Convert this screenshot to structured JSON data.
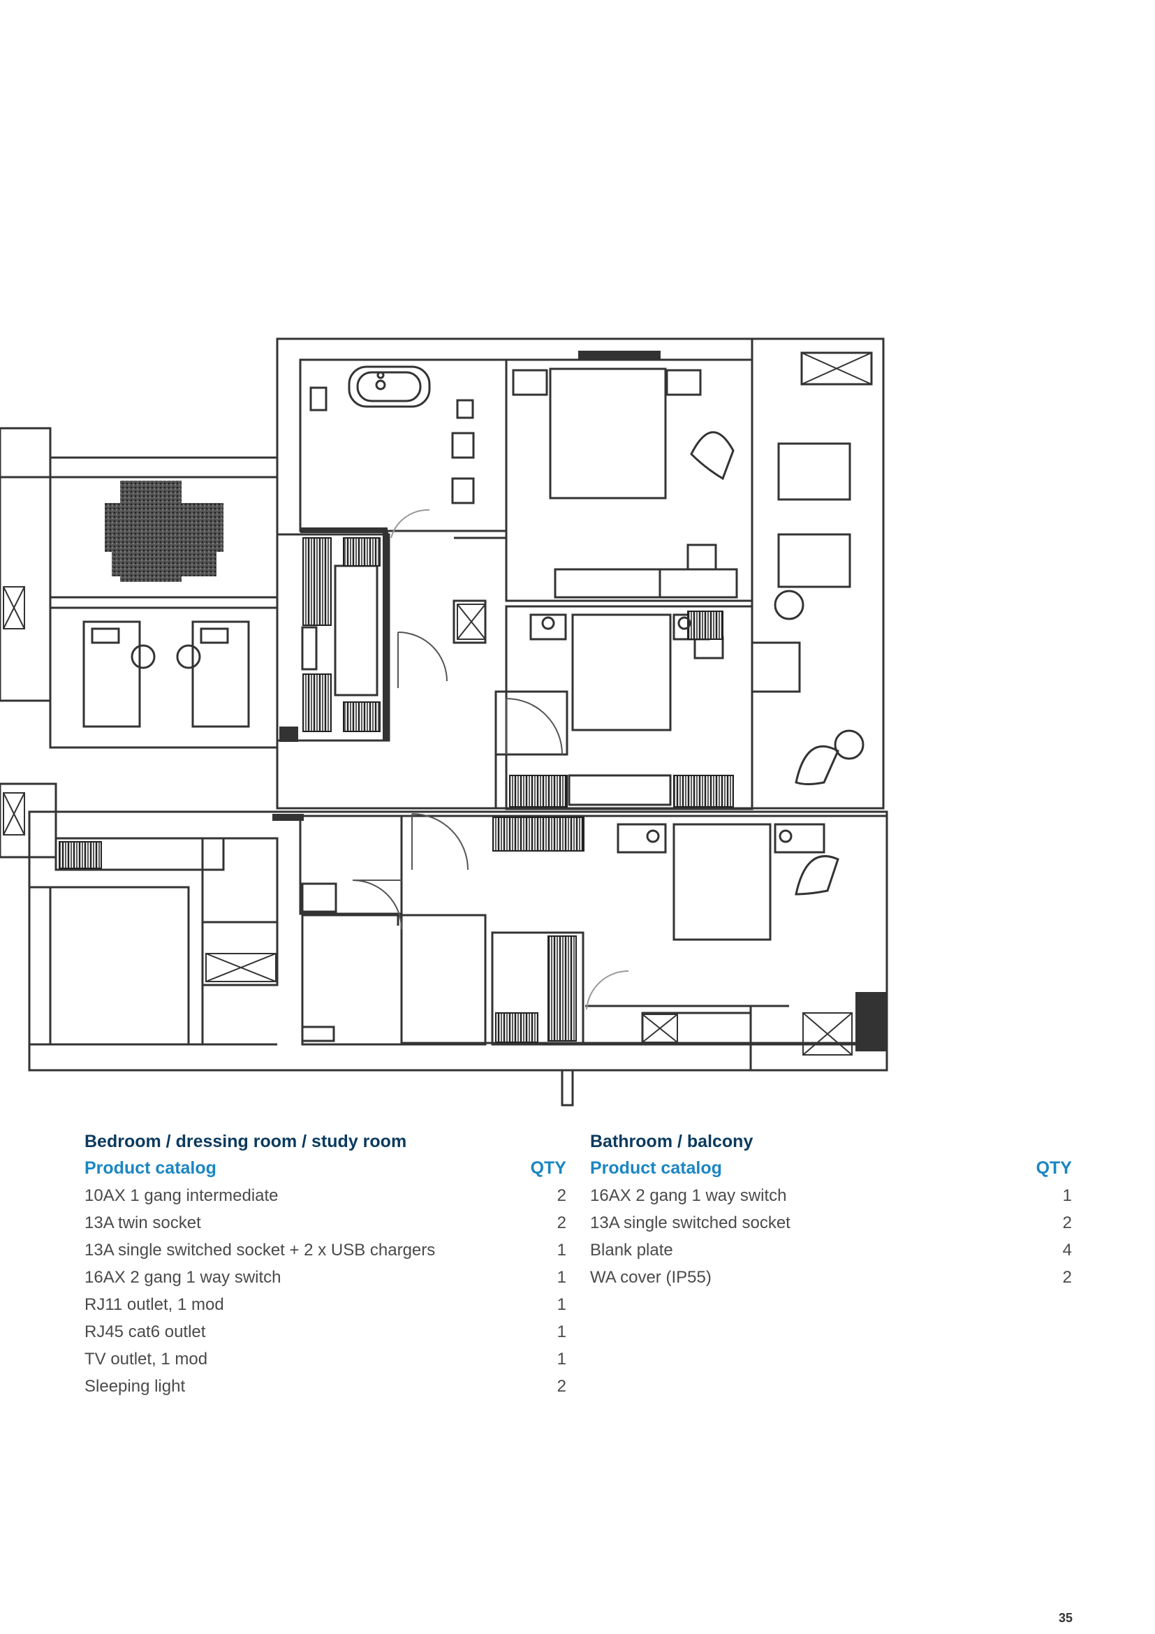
{
  "left_section": {
    "title": "Bedroom / dressing room / study room",
    "header_product": "Product catalog",
    "header_qty": "QTY",
    "rows": [
      {
        "name": "10AX 1 gang intermediate",
        "qty": "2"
      },
      {
        "name": "13A twin socket",
        "qty": "2"
      },
      {
        "name": "13A single switched socket + 2 x USB chargers",
        "qty": "1"
      },
      {
        "name": "16AX 2 gang 1 way switch",
        "qty": "1"
      },
      {
        "name": "RJ11 outlet, 1 mod",
        "qty": "1"
      },
      {
        "name": "RJ45 cat6 outlet",
        "qty": "1"
      },
      {
        "name": "TV outlet, 1 mod",
        "qty": "1"
      },
      {
        "name": "Sleeping light",
        "qty": "2"
      }
    ]
  },
  "right_section": {
    "title": "Bathroom / balcony",
    "header_product": "Product catalog",
    "header_qty": "QTY",
    "rows": [
      {
        "name": "16AX 2 gang 1 way switch",
        "qty": "1"
      },
      {
        "name": "13A single switched socket",
        "qty": "2"
      },
      {
        "name": "Blank plate",
        "qty": "4"
      },
      {
        "name": "WA cover (IP55)",
        "qty": "2"
      }
    ]
  },
  "page_number": "35"
}
